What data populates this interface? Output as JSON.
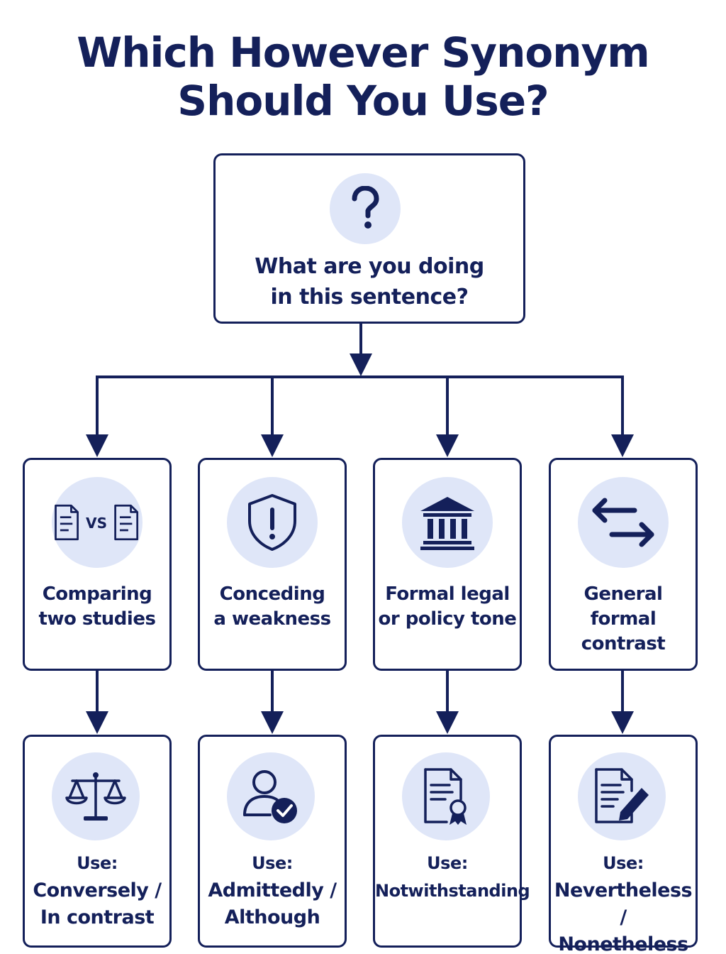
{
  "title": {
    "line1": "Which However Synonym",
    "line2": "Should You Use?"
  },
  "root": {
    "icon": "question-mark-icon",
    "line1": "What are you doing",
    "line2": "in this sentence?"
  },
  "situations": [
    {
      "icon": "document-vs-document-icon",
      "icon_text": "VS",
      "lines": [
        "Comparing",
        "two studies"
      ]
    },
    {
      "icon": "shield-alert-icon",
      "lines": [
        "Conceding",
        "a weakness"
      ]
    },
    {
      "icon": "courthouse-icon",
      "lines": [
        "Formal legal",
        "or policy tone"
      ]
    },
    {
      "icon": "swap-arrows-icon",
      "lines": [
        "General",
        "formal",
        "contrast"
      ]
    }
  ],
  "results": [
    {
      "icon": "scales-icon",
      "use_label": "Use:",
      "lines": [
        "Conversely /",
        "In contrast"
      ]
    },
    {
      "icon": "user-check-icon",
      "use_label": "Use:",
      "lines": [
        "Admittedly /",
        "Although"
      ]
    },
    {
      "icon": "certificate-document-icon",
      "use_label": "Use:",
      "lines": [
        "Notwithstanding"
      ]
    },
    {
      "icon": "document-edit-icon",
      "use_label": "Use:",
      "lines": [
        "Nevertheless /",
        "Nonetheless"
      ]
    }
  ],
  "colors": {
    "navy": "#14205a",
    "icon_bg": "#dfe6f8"
  }
}
